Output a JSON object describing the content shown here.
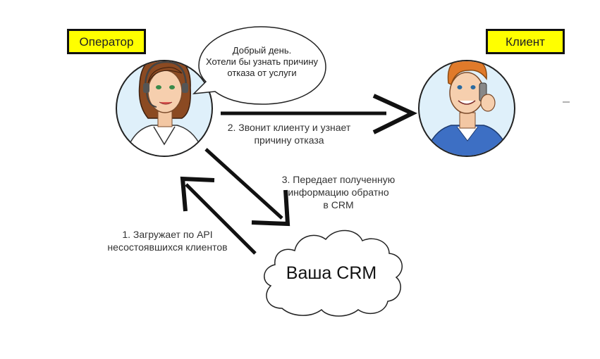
{
  "roles": {
    "operator_label": "Оператор",
    "client_label": "Клиент"
  },
  "speech_bubble": {
    "text": "Добрый день.\nХотели бы узнать причину\nотказа от услуги"
  },
  "steps": {
    "step1": "1. Загружает по API\nнесостоявшихся клиентов",
    "step2": "2. Звонит клиенту и узнает\nпричину отказа",
    "step3": "3. Передает полученную\nинформацию обратно\nв CRM"
  },
  "crm": {
    "label": "Ваша CRM"
  },
  "colors": {
    "label_background": "#ffff00",
    "operator_hair": "#8b4a22",
    "client_hair": "#e07a2a",
    "client_shirt": "#3d6fc4"
  }
}
